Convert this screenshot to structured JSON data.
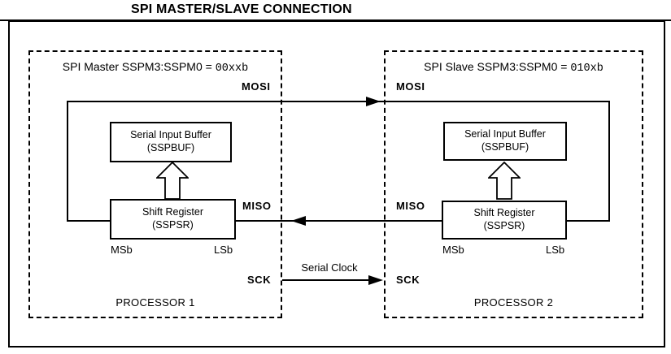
{
  "title": "SPI MASTER/SLAVE CONNECTION",
  "master": {
    "header_prefix": "SPI Master SSPM3:SSPM0 = ",
    "header_value": "00xxb",
    "buffer": {
      "line1": "Serial Input Buffer",
      "line2": "(SSPBUF)"
    },
    "shift": {
      "line1": "Shift Register",
      "line2": "(SSPSR)"
    },
    "msb_label": "MSb",
    "lsb_label": "LSb",
    "processor_label": "PROCESSOR 1",
    "pins": {
      "mosi": "MOSI",
      "miso": "MISO",
      "sck": "SCK"
    }
  },
  "slave": {
    "header_prefix": "SPI Slave SSPM3:SSPM0 = ",
    "header_value": "010xb",
    "buffer": {
      "line1": "Serial Input Buffer",
      "line2": "(SSPBUF)"
    },
    "shift": {
      "line1": "Shift Register",
      "line2": "(SSPSR)"
    },
    "msb_label": "MSb",
    "lsb_label": "LSb",
    "processor_label": "PROCESSOR 2",
    "pins": {
      "mosi": "MOSI",
      "miso": "MISO",
      "sck": "SCK"
    }
  },
  "signals": {
    "serial_clock_label": "Serial Clock"
  },
  "colors": {
    "line": "#000000",
    "background": "#ffffff",
    "text": "#000000"
  }
}
